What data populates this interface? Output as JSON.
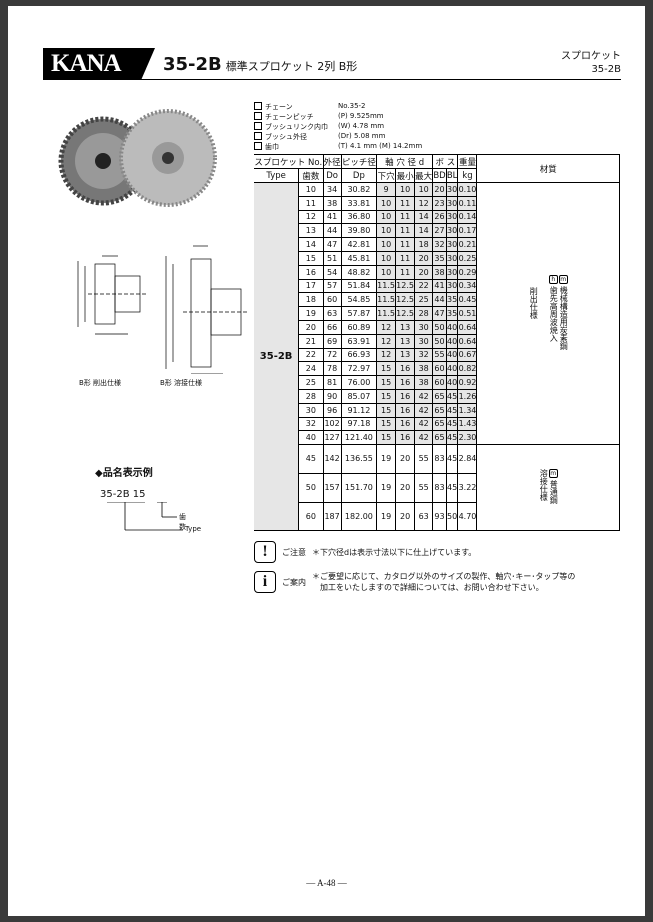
{
  "header": {
    "logo": "KANA",
    "model": "35-2B",
    "title": "標準スプロケット 2列 B形",
    "right1": "スプロケット",
    "right2": "35-2B"
  },
  "specs": [
    {
      "label": "チェーン",
      "value": "No.35-2"
    },
    {
      "label": "チェーンピッチ",
      "value": "(P) 9.525mm"
    },
    {
      "label": "ブッシュリンク内巾",
      "value": "(W) 4.78 mm"
    },
    {
      "label": "ブッシュ外径",
      "value": "(Dr) 5.08 mm"
    },
    {
      "label": "歯巾",
      "value": "(T) 4.1 mm    (M) 14.2mm"
    }
  ],
  "table": {
    "h1": [
      "スプロケット No.",
      "外径",
      "ピッチ径",
      "軸 穴 径 d",
      "ボ ス",
      "重量",
      "材質"
    ],
    "h2": [
      "Type",
      "歯数",
      "Do",
      "Dp",
      "下穴",
      "最小",
      "最大",
      "BD",
      "BL",
      "kg"
    ],
    "type": "35-2B",
    "rows": [
      [
        "10",
        "34",
        "30.82",
        "9",
        "10",
        "10",
        "20",
        "30",
        "0.10"
      ],
      [
        "11",
        "38",
        "33.81",
        "10",
        "11",
        "12",
        "23",
        "30",
        "0.11"
      ],
      [
        "12",
        "41",
        "36.80",
        "10",
        "11",
        "14",
        "26",
        "30",
        "0.14"
      ],
      [
        "13",
        "44",
        "39.80",
        "10",
        "11",
        "14",
        "27",
        "30",
        "0.17"
      ],
      [
        "14",
        "47",
        "42.81",
        "10",
        "11",
        "18",
        "32",
        "30",
        "0.21"
      ],
      [
        "15",
        "51",
        "45.81",
        "10",
        "11",
        "20",
        "35",
        "30",
        "0.25"
      ],
      [
        "16",
        "54",
        "48.82",
        "10",
        "11",
        "20",
        "38",
        "30",
        "0.29"
      ],
      [
        "17",
        "57",
        "51.84",
        "11.5",
        "12.5",
        "22",
        "41",
        "30",
        "0.34"
      ],
      [
        "18",
        "60",
        "54.85",
        "11.5",
        "12.5",
        "25",
        "44",
        "35",
        "0.45"
      ],
      [
        "19",
        "63",
        "57.87",
        "11.5",
        "12.5",
        "28",
        "47",
        "35",
        "0.51"
      ],
      [
        "20",
        "66",
        "60.89",
        "12",
        "13",
        "30",
        "50",
        "40",
        "0.64"
      ],
      [
        "21",
        "69",
        "63.91",
        "12",
        "13",
        "30",
        "50",
        "40",
        "0.64"
      ],
      [
        "22",
        "72",
        "66.93",
        "12",
        "13",
        "32",
        "55",
        "40",
        "0.67"
      ],
      [
        "24",
        "78",
        "72.97",
        "15",
        "16",
        "38",
        "60",
        "40",
        "0.82"
      ],
      [
        "25",
        "81",
        "76.00",
        "15",
        "16",
        "38",
        "60",
        "40",
        "0.92"
      ],
      [
        "28",
        "90",
        "85.07",
        "15",
        "16",
        "42",
        "65",
        "45",
        "1.26"
      ],
      [
        "30",
        "96",
        "91.12",
        "15",
        "16",
        "42",
        "65",
        "45",
        "1.34"
      ],
      [
        "32",
        "102",
        "97.18",
        "15",
        "16",
        "42",
        "65",
        "45",
        "1.43"
      ],
      [
        "40",
        "127",
        "121.40",
        "15",
        "16",
        "42",
        "65",
        "45",
        "2.30"
      ]
    ],
    "big_rows": [
      [
        "45",
        "142",
        "136.55",
        "19",
        "20",
        "55",
        "83",
        "45",
        "2.84"
      ],
      [
        "50",
        "157",
        "151.70",
        "19",
        "20",
        "55",
        "83",
        "45",
        "3.22"
      ],
      [
        "60",
        "187",
        "182.00",
        "19",
        "20",
        "63",
        "93",
        "50",
        "4.70"
      ]
    ],
    "material1": {
      "m": "m",
      "m_text": "機械構造用炭素鋼",
      "h": "h",
      "h_text": "歯先高周波焼入",
      "spec": "削出仕様"
    },
    "material2": {
      "m": "m",
      "m_text": "普通鋼",
      "spec": "溶接仕様"
    }
  },
  "diagrams": {
    "cap1": "B形 削出仕様",
    "cap2": "B形 溶接仕様"
  },
  "example": {
    "title": "◆品名表示例",
    "type": "35-2B",
    "teeth": "15",
    "teeth_label": "歯数",
    "type_label": "Type"
  },
  "notes": [
    {
      "icon": "!",
      "label": "ご注意",
      "text": "＊下穴径dは表示寸法以下に仕上げています。"
    },
    {
      "icon": "i",
      "label": "ご案内",
      "text": "＊ご要望に応じて、カタログ以外のサイズの製作、軸穴･キー･タップ等の",
      "text2": "加工をいたしますので詳細については、お問い合わせ下さい。"
    }
  ],
  "footer": "— A-48 —"
}
